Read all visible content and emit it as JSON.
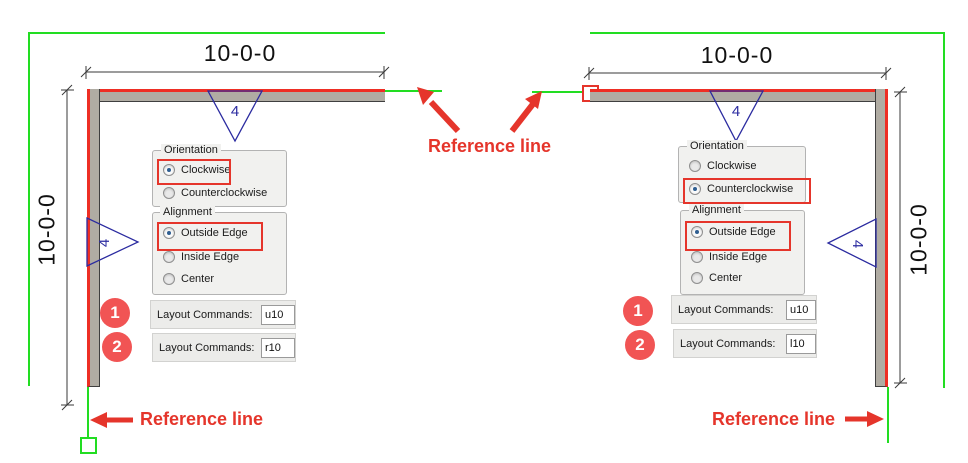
{
  "colors": {
    "reference_green": "#22dd22",
    "annotation_red": "#e5352b",
    "badge_red": "#f15454",
    "wall_gray": "#b0aca3",
    "wall_edge_red": "#ee2e24",
    "tag_navy": "#2b2ba0"
  },
  "center": {
    "reference_label": "Reference line"
  },
  "left": {
    "h_dim": "10-0-0",
    "v_dim": "10-0-0",
    "tag_top": "4",
    "tag_side": "4",
    "reference_label": "Reference line",
    "panel": {
      "orientation_legend": "Orientation",
      "orientation_options": [
        {
          "label": "Clockwise",
          "selected": true,
          "highlighted": true
        },
        {
          "label": "Counterclockwise",
          "selected": false,
          "highlighted": false
        }
      ],
      "alignment_legend": "Alignment",
      "alignment_options": [
        {
          "label": "Outside Edge",
          "selected": true,
          "highlighted": true
        },
        {
          "label": "Inside Edge",
          "selected": false,
          "highlighted": false
        },
        {
          "label": "Center",
          "selected": false,
          "highlighted": false
        }
      ]
    },
    "commands": [
      {
        "badge": "1",
        "label": "Layout Commands:",
        "value": "u10"
      },
      {
        "badge": "2",
        "label": "Layout Commands:",
        "value": "r10"
      }
    ]
  },
  "right": {
    "h_dim": "10-0-0",
    "v_dim": "10-0-0",
    "tag_top": "4",
    "tag_side": "4",
    "reference_label": "Reference line",
    "panel": {
      "orientation_legend": "Orientation",
      "orientation_options": [
        {
          "label": "Clockwise",
          "selected": false,
          "highlighted": false
        },
        {
          "label": "Counterclockwise",
          "selected": true,
          "highlighted": true
        }
      ],
      "alignment_legend": "Alignment",
      "alignment_options": [
        {
          "label": "Outside Edge",
          "selected": true,
          "highlighted": true
        },
        {
          "label": "Inside Edge",
          "selected": false,
          "highlighted": false
        },
        {
          "label": "Center",
          "selected": false,
          "highlighted": false
        }
      ]
    },
    "commands": [
      {
        "badge": "1",
        "label": "Layout Commands:",
        "value": "u10"
      },
      {
        "badge": "2",
        "label": "Layout Commands:",
        "value": "l10"
      }
    ]
  }
}
